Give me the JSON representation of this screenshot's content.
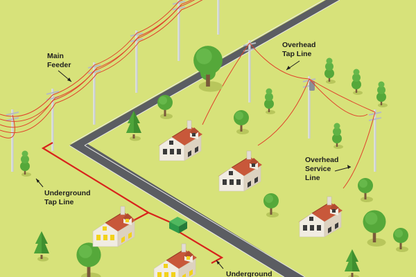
{
  "labels": {
    "main_feeder": [
      "Main",
      "Feeder"
    ],
    "overhead_tap_line": [
      "Overhead",
      "Tap Line"
    ],
    "overhead_service_line": [
      "Overhead",
      "Service",
      "Line"
    ],
    "underground_tap_line": [
      "Underground",
      "Tap Line"
    ],
    "underground_service_line": [
      "Underground"
    ]
  },
  "colors": {
    "ground": "#d7e27a",
    "road": "#5b5d62",
    "road_edge": "#e9e9e9",
    "overhead_wire": "#e0402a",
    "underground_line": "#d8231c",
    "pole": "#c9cdd2",
    "tree_green": "#55a83a",
    "roof": "#c8583a",
    "house_wall": "#f1ece2",
    "transformer": "#2e9a4a"
  }
}
